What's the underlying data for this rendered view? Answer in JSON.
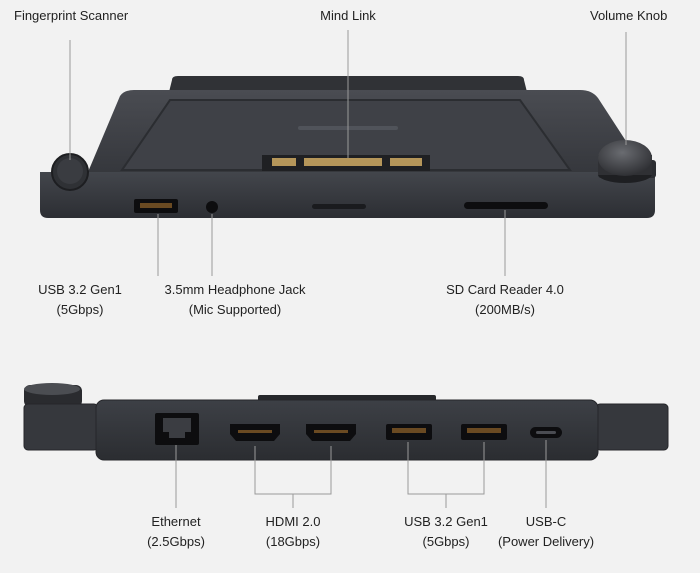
{
  "top_view": {
    "labels": {
      "fingerprint": {
        "line1": "Fingerprint Scanner"
      },
      "mind_link": {
        "line1": "Mind Link"
      },
      "volume_knob": {
        "line1": "Volume Knob"
      },
      "usb_left": {
        "line1": "USB 3.2 Gen1",
        "line2": "(5Gbps)"
      },
      "headphone": {
        "line1": "3.5mm Headphone Jack",
        "line2": "(Mic Supported)"
      },
      "sd_card": {
        "line1": "SD Card Reader 4.0",
        "line2": "(200MB/s)"
      }
    }
  },
  "rear_view": {
    "labels": {
      "ethernet": {
        "line1": "Ethernet",
        "line2": "(2.5Gbps)"
      },
      "hdmi": {
        "line1": "HDMI 2.0",
        "line2": "(18Gbps)"
      },
      "usb_right": {
        "line1": "USB 3.2 Gen1",
        "line2": "(5Gbps)"
      },
      "usb_c": {
        "line1": "USB-C",
        "line2": "(Power Delivery)"
      }
    }
  },
  "colors": {
    "background": "#f2f2f2",
    "device_body": "#3b3d42",
    "device_edge": "#2a2c30",
    "port_black": "#0d0d0f",
    "leader_line": "#9a9a9a"
  }
}
